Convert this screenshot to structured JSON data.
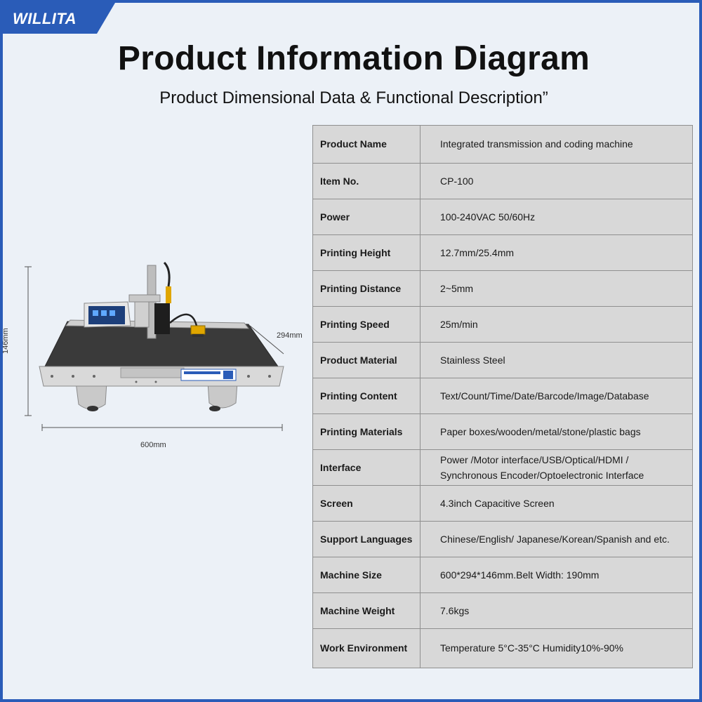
{
  "brand": {
    "name": "WILLITA",
    "color": "#2a5cb8"
  },
  "header": {
    "title": "Product Information Diagram",
    "subtitle": "Product Dimensional Data & Functional Description”"
  },
  "machine": {
    "height_label": "146mm",
    "depth_label": "294mm",
    "width_label": "600mm"
  },
  "specs": [
    {
      "label": "Product Name",
      "value": [
        "Integrated transmission and coding machine"
      ]
    },
    {
      "label": "Item No.",
      "value": [
        "CP-100"
      ]
    },
    {
      "label": "Power",
      "value": [
        "100-240VAC  50/60Hz"
      ]
    },
    {
      "label": "Printing Height",
      "value": [
        "12.7mm/25.4mm"
      ]
    },
    {
      "label": "Printing Distance",
      "value": [
        "2~5mm"
      ]
    },
    {
      "label": "Printing Speed",
      "value": [
        "25m/min"
      ]
    },
    {
      "label": "Product Material",
      "value": [
        "Stainless Steel"
      ]
    },
    {
      "label": "Printing Content",
      "value": [
        "Text/Count/Time/Date/Barcode/Image/Database"
      ]
    },
    {
      "label": "Printing Materials",
      "value": [
        "Paper boxes/wooden/metal/stone/plastic bags"
      ]
    },
    {
      "label": "Interface",
      "value": [
        "Power /Motor interface/USB/Optical/HDMI /",
        "Synchronous Encoder/Optoelectronic Interface"
      ]
    },
    {
      "label": "Screen",
      "value": [
        "4.3inch Capacitive Screen"
      ]
    },
    {
      "label": "Support Languages",
      "value": [
        "Chinese/English/ Japanese/Korean/Spanish and etc."
      ]
    },
    {
      "label": "Machine Size",
      "value": [
        "600*294*146mm.Belt Width: 190mm"
      ]
    },
    {
      "label": "Machine Weight",
      "value": [
        "7.6kgs"
      ]
    },
    {
      "label": "Work Environment",
      "value": [
        "Temperature 5°C-35°C       Humidity10%-90%"
      ]
    }
  ]
}
